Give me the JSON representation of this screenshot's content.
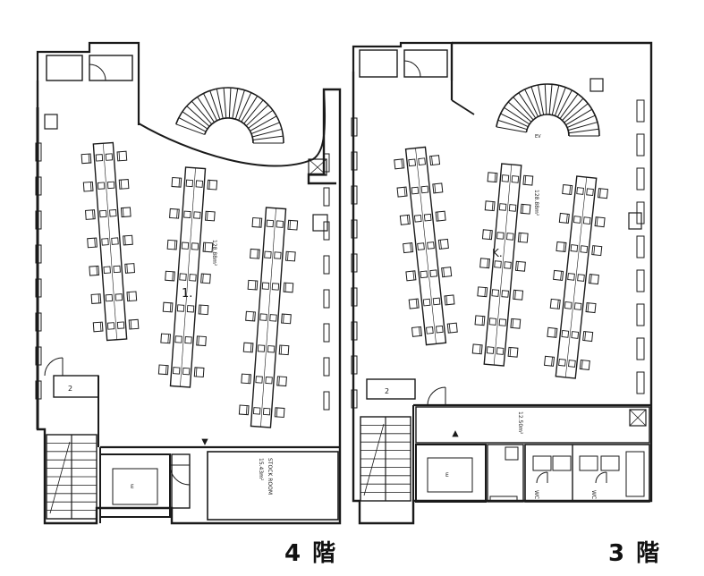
{
  "floors": [
    {
      "id": "4f",
      "label": "4 階",
      "room_note": "1.",
      "stock_room": "STOCK ROOM",
      "stock_area": "15.43m²",
      "room_area": "128.88m²",
      "store_mark": "E"
    },
    {
      "id": "3f",
      "label": "3 階",
      "room_note": "K.",
      "hall_area": "12.50m²",
      "room_area": "128.88m²",
      "store_mark": "E",
      "wc_label": "WC"
    }
  ],
  "colors": {
    "line": "#1a1a1a",
    "background": "#ffffff"
  }
}
